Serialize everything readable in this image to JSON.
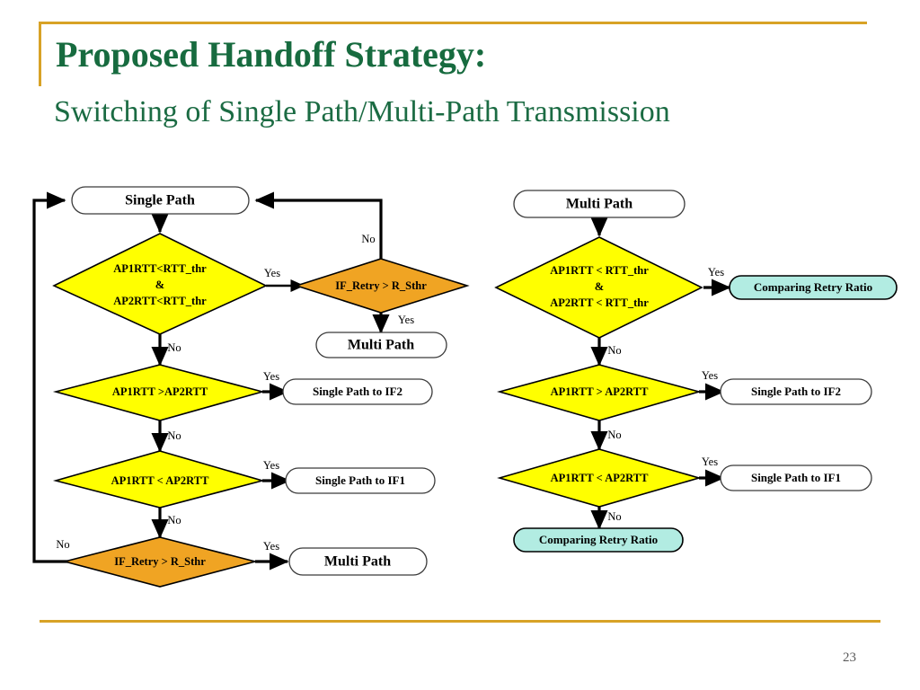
{
  "slide": {
    "title_main": "Proposed Handoff Strategy:",
    "title_sub": "Switching of Single Path/Multi-Path Transmission",
    "page_number": "23",
    "accent_color": "#d8a226",
    "title_color": "#176b3f"
  },
  "palette": {
    "decision_yellow": "#ffff00",
    "decision_orange": "#f0a423",
    "terminal_white": "#ffffff",
    "terminal_cyan": "#b2ece2",
    "line_black": "#000000"
  },
  "chart_data": {
    "type": "diagram",
    "title": "Switching of Single Path/Multi-Path Transmission",
    "flowcharts": [
      {
        "name": "single-path-flow",
        "start": "Single Path",
        "nodes": [
          {
            "id": "L0",
            "kind": "terminal",
            "label": "Single Path",
            "fill": "#ffffff"
          },
          {
            "id": "L1",
            "kind": "decision",
            "label": "AP1RTT<RTT_thr\n&\nAP2RTT<RTT_thr",
            "lines": [
              "AP1RTT<RTT_thr",
              "&",
              "AP2RTT<RTT_thr"
            ],
            "fill": "#ffff00"
          },
          {
            "id": "L2",
            "kind": "decision",
            "label": "IF_Retry > R_Sthr",
            "lines": [
              "IF_Retry > R_Sthr"
            ],
            "fill": "#f0a423"
          },
          {
            "id": "L3",
            "kind": "terminal",
            "label": "Multi Path",
            "fill": "#ffffff"
          },
          {
            "id": "L4",
            "kind": "decision",
            "label": "AP1RTT >AP2RTT",
            "lines": [
              "AP1RTT >AP2RTT"
            ],
            "fill": "#ffff00"
          },
          {
            "id": "L5",
            "kind": "terminal",
            "label": "Single Path to IF2",
            "fill": "#ffffff"
          },
          {
            "id": "L6",
            "kind": "decision",
            "label": "AP1RTT < AP2RTT",
            "lines": [
              "AP1RTT < AP2RTT"
            ],
            "fill": "#ffff00"
          },
          {
            "id": "L7",
            "kind": "terminal",
            "label": "Single Path to IF1",
            "fill": "#ffffff"
          },
          {
            "id": "L8",
            "kind": "decision",
            "label": "IF_Retry > R_Sthr",
            "lines": [
              "IF_Retry > R_Sthr"
            ],
            "fill": "#f0a423"
          },
          {
            "id": "L9",
            "kind": "terminal",
            "label": "Multi Path",
            "fill": "#ffffff"
          }
        ],
        "edges": [
          {
            "from": "L0",
            "to": "L1",
            "label": ""
          },
          {
            "from": "L1",
            "to": "L2",
            "label": "Yes"
          },
          {
            "from": "L1",
            "to": "L4",
            "label": "No"
          },
          {
            "from": "L2",
            "to": "L3",
            "label": "Yes"
          },
          {
            "from": "L2",
            "to": "L0",
            "label": "No"
          },
          {
            "from": "L4",
            "to": "L5",
            "label": "Yes"
          },
          {
            "from": "L4",
            "to": "L6",
            "label": "No"
          },
          {
            "from": "L6",
            "to": "L7",
            "label": "Yes"
          },
          {
            "from": "L6",
            "to": "L8",
            "label": "No"
          },
          {
            "from": "L8",
            "to": "L9",
            "label": "Yes"
          },
          {
            "from": "L8",
            "to": "L0",
            "label": "No"
          }
        ]
      },
      {
        "name": "multi-path-flow",
        "start": "Multi Path",
        "nodes": [
          {
            "id": "R0",
            "kind": "terminal",
            "label": "Multi Path",
            "fill": "#ffffff"
          },
          {
            "id": "R1",
            "kind": "decision",
            "label": "AP1RTT < RTT_thr\n&\nAP2RTT < RTT_thr",
            "lines": [
              "AP1RTT < RTT_thr",
              "&",
              "AP2RTT < RTT_thr"
            ],
            "fill": "#ffff00"
          },
          {
            "id": "R2",
            "kind": "terminal",
            "label": "Comparing Retry Ratio",
            "fill": "#b2ece2"
          },
          {
            "id": "R3",
            "kind": "decision",
            "label": "AP1RTT > AP2RTT",
            "lines": [
              "AP1RTT > AP2RTT"
            ],
            "fill": "#ffff00"
          },
          {
            "id": "R4",
            "kind": "terminal",
            "label": "Single Path to IF2",
            "fill": "#ffffff"
          },
          {
            "id": "R5",
            "kind": "decision",
            "label": "AP1RTT < AP2RTT",
            "lines": [
              "AP1RTT < AP2RTT"
            ],
            "fill": "#ffff00"
          },
          {
            "id": "R6",
            "kind": "terminal",
            "label": "Single Path to IF1",
            "fill": "#ffffff"
          },
          {
            "id": "R7",
            "kind": "terminal",
            "label": "Comparing Retry Ratio",
            "fill": "#b2ece2"
          }
        ],
        "edges": [
          {
            "from": "R0",
            "to": "R1",
            "label": ""
          },
          {
            "from": "R1",
            "to": "R2",
            "label": "Yes"
          },
          {
            "from": "R1",
            "to": "R3",
            "label": "No"
          },
          {
            "from": "R3",
            "to": "R4",
            "label": "Yes"
          },
          {
            "from": "R3",
            "to": "R5",
            "label": "No"
          },
          {
            "from": "R5",
            "to": "R6",
            "label": "Yes"
          },
          {
            "from": "R5",
            "to": "R7",
            "label": "No"
          }
        ]
      }
    ]
  },
  "left": {
    "single_path": "Single Path",
    "d1_l1": "AP1RTT<RTT_thr",
    "d1_l2": "&",
    "d1_l3": "AP2RTT<RTT_thr",
    "d2": "IF_Retry > R_Sthr",
    "multi_path_top": "Multi Path",
    "d3": "AP1RTT >AP2RTT",
    "o_if2": "Single Path to IF2",
    "d4": "AP1RTT < AP2RTT",
    "o_if1": "Single Path to IF1",
    "d5": "IF_Retry > R_Sthr",
    "multi_path_bottom": "Multi Path",
    "lbl_yes_1": "Yes",
    "lbl_no_top": "No",
    "lbl_yes_2": "Yes",
    "lbl_no_1": "No",
    "lbl_yes_3": "Yes",
    "lbl_no_2": "No",
    "lbl_yes_4": "Yes",
    "lbl_no_3": "No",
    "lbl_yes_5": "Yes",
    "lbl_no_loop": "No"
  },
  "right": {
    "multi_path": "Multi Path",
    "d1_l1": "AP1RTT < RTT_thr",
    "d1_l2": "&",
    "d1_l3": "AP2RTT < RTT_thr",
    "o_crr_top": "Comparing Retry Ratio",
    "d2": "AP1RTT > AP2RTT",
    "o_if2": "Single Path to IF2",
    "d3": "AP1RTT < AP2RTT",
    "o_if1": "Single Path to IF1",
    "o_crr_bottom": "Comparing Retry Ratio",
    "lbl_yes_1": "Yes",
    "lbl_no_1": "No",
    "lbl_yes_2": "Yes",
    "lbl_no_2": "No",
    "lbl_yes_3": "Yes",
    "lbl_no_3": "No"
  }
}
